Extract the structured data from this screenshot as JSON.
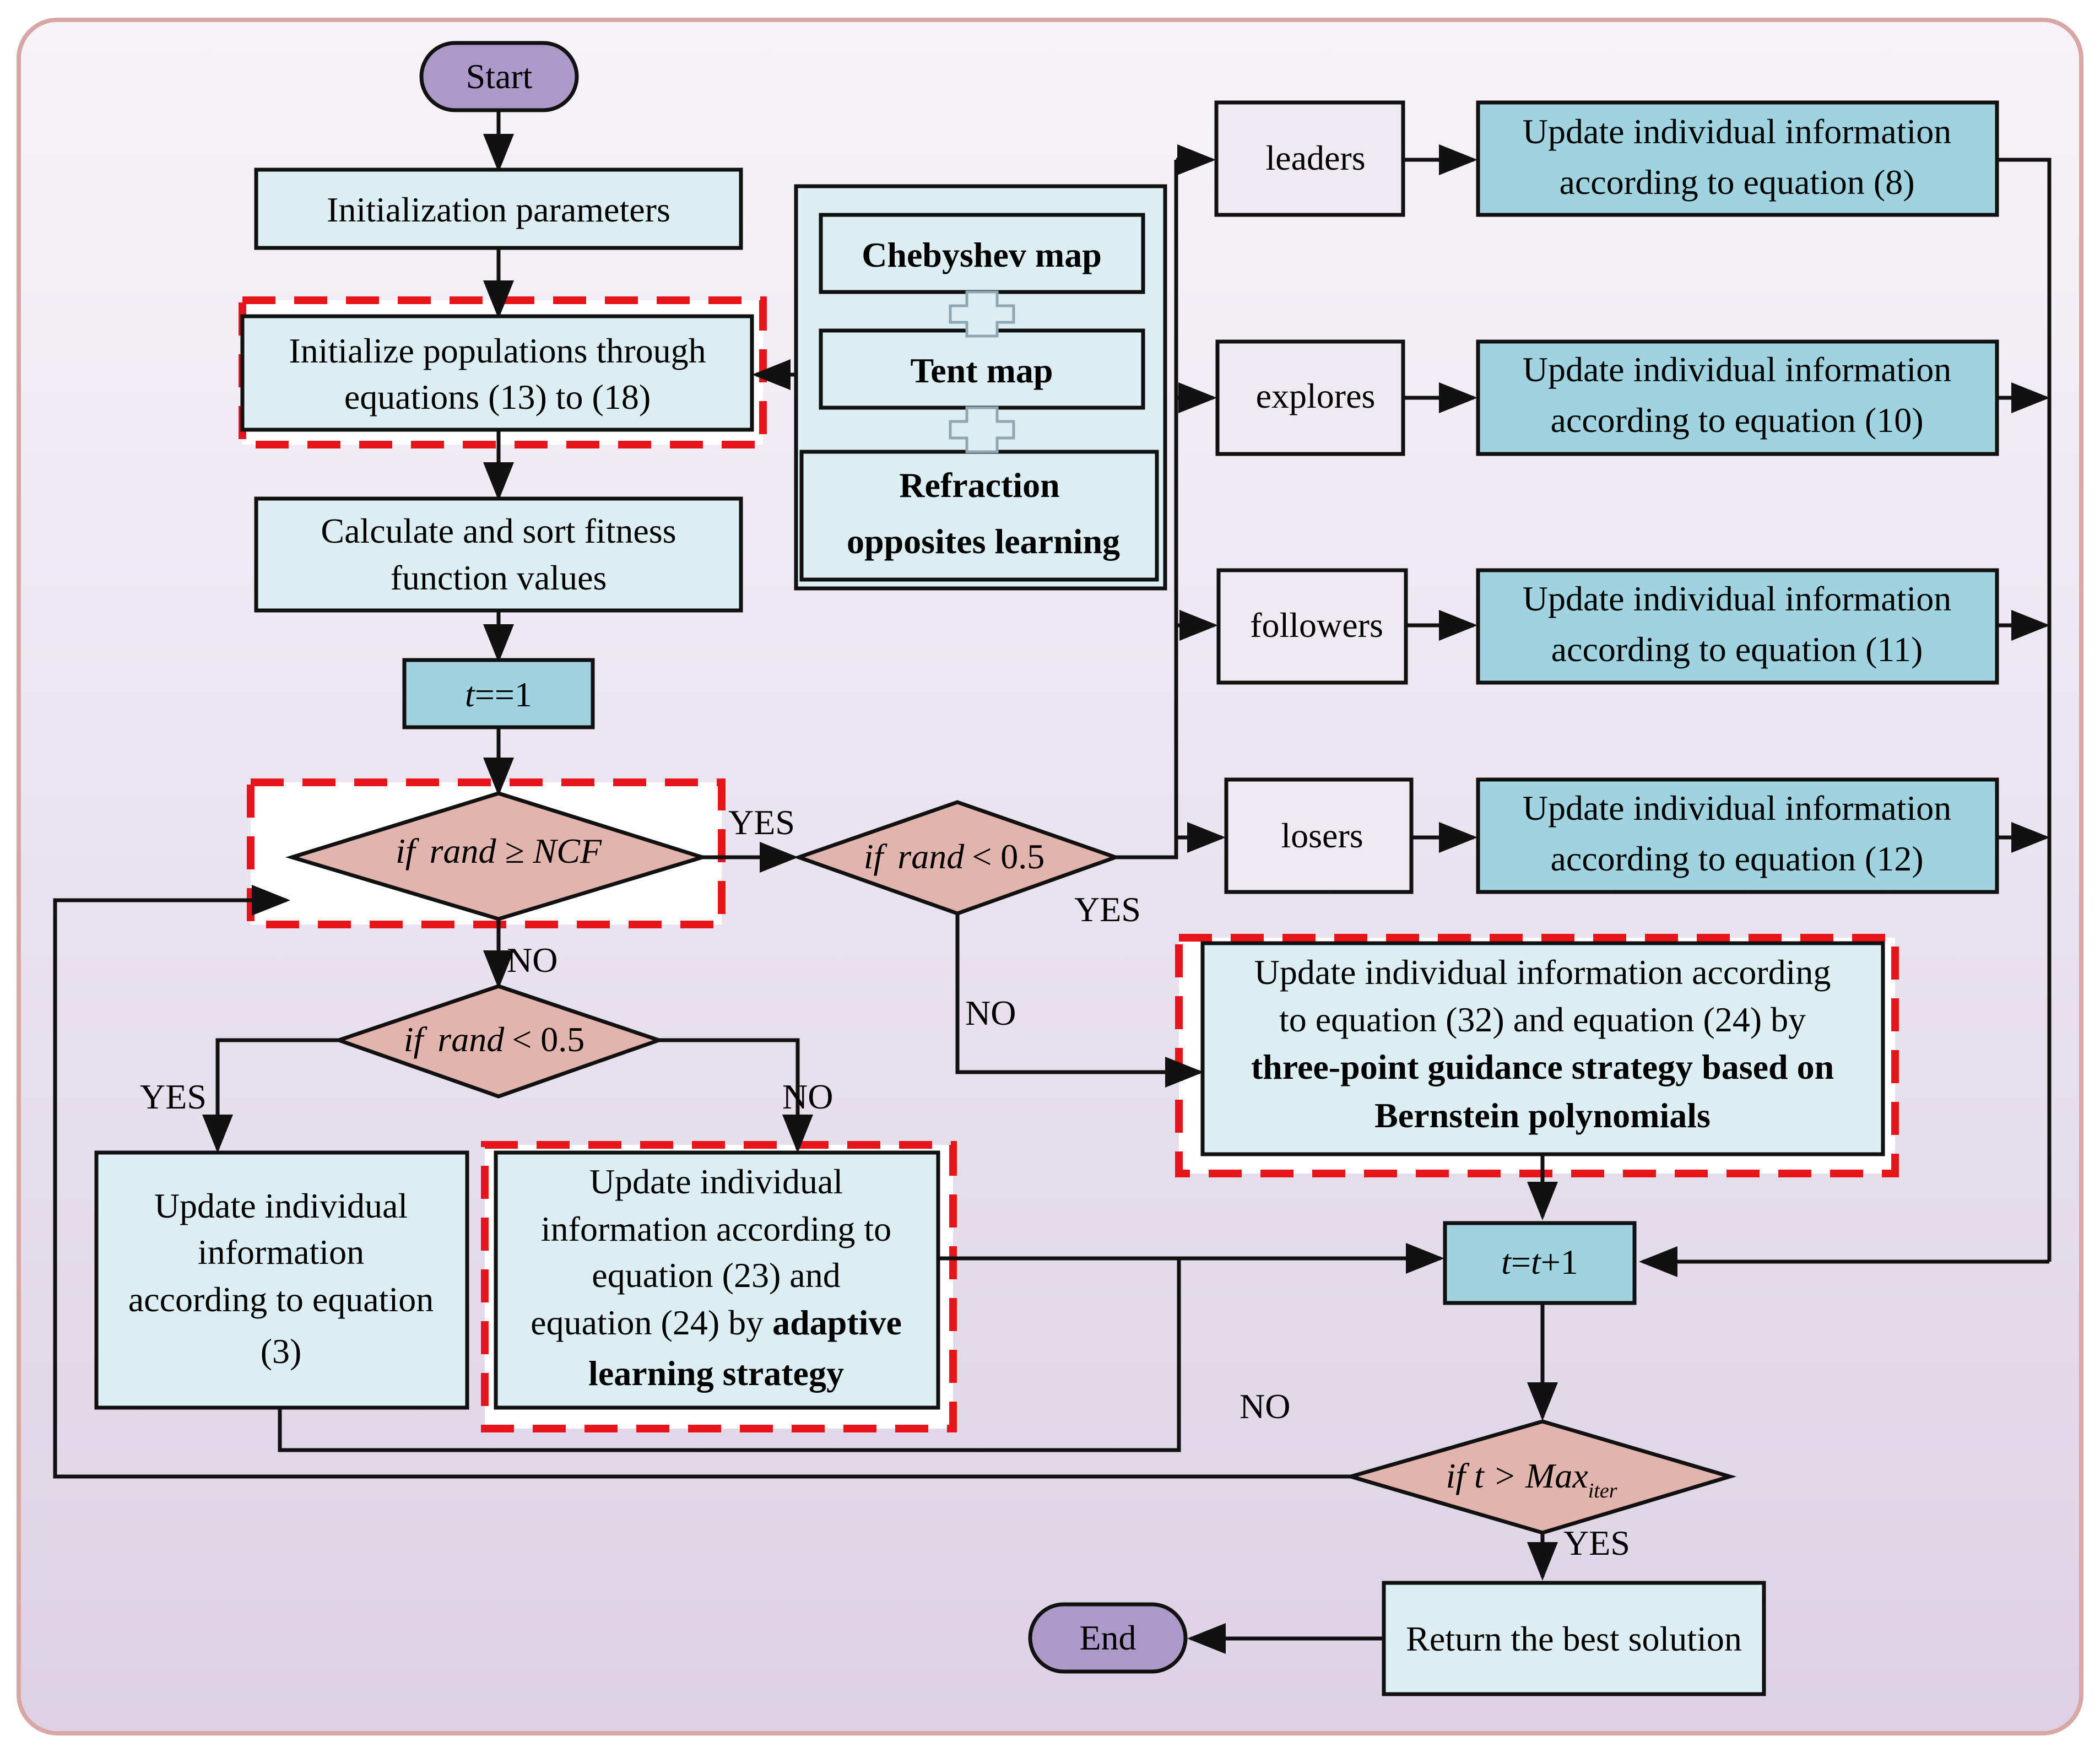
{
  "colors": {
    "bg_top": "#f6f4f8",
    "bg_bottom": "#dcd2e4",
    "frame": "#d9a6a6",
    "process_fill": "#dceef2",
    "process_dark_fill": "#9fd3df",
    "decision_fill": "#e2b4ae",
    "terminal_fill": "#ab9ac8",
    "role_fill": "#efeaf2",
    "highlight_dash": "#e8141c",
    "stroke": "#111111"
  },
  "nodes": {
    "start": "Start",
    "end": "End",
    "init_params": "Initialization parameters",
    "init_pop_1": "Initialize populations through",
    "init_pop_2": "equations  (13) to (18)",
    "calc_sort_1": "Calculate and sort fitness",
    "calc_sort_2": "function values",
    "t_init_var": "t",
    "t_init_rest": "==1",
    "chebyshev": "Chebyshev map",
    "tent": "Tent map",
    "refraction_1": "Refraction",
    "refraction_2": "opposites learning",
    "dec_ncf_if": "if",
    "dec_ncf_expr": "rand ≥ NCF",
    "dec_rand1_if": "if",
    "dec_rand1_var": "rand",
    "dec_rand1_rest": "< 0.5",
    "dec_rand2_if": "if",
    "dec_rand2_var": "rand",
    "dec_rand2_rest": "< 0.5",
    "dec_max_expr": "if t > Max",
    "dec_max_sub": "iter",
    "leaders": "leaders",
    "explores": "explores",
    "followers": "followers",
    "losers": "losers",
    "upd8_1": "Update individual information",
    "upd8_2": "according to equation (8)",
    "upd10_1": "Update individual information",
    "upd10_2": "according to equation (10)",
    "upd11_1": "Update individual information",
    "upd11_2": "according to equation (11)",
    "upd12_1": "Update individual information",
    "upd12_2": "according to equation (12)",
    "upd32_1": "Update individual information according",
    "upd32_2": "to equation (32) and equation (24) by",
    "upd32_3": "three-point guidance strategy based on",
    "upd32_4": "Bernstein polynomials",
    "upd3_1": "Update individual",
    "upd3_2": "information",
    "upd3_3": "according to equation",
    "upd3_4": "(3)",
    "upd23_1": "Update individual",
    "upd23_2": "information according to",
    "upd23_3": "equation (23) and",
    "upd23_4a": "equation (24) by ",
    "upd23_4b": "adaptive",
    "upd23_5": "learning strategy",
    "t_inc_var1": "t",
    "t_inc_eq": "=",
    "t_inc_var2": "t",
    "t_inc_rest": "+1",
    "return_best": "Return the best solution"
  },
  "edge_labels": {
    "yes_ncf": "YES",
    "no_ncf": "NO",
    "yes_rand1": "YES",
    "no_rand1": "NO",
    "yes_rand2": "YES",
    "no_rand2": "NO",
    "no_max": "NO",
    "yes_max": "YES"
  }
}
